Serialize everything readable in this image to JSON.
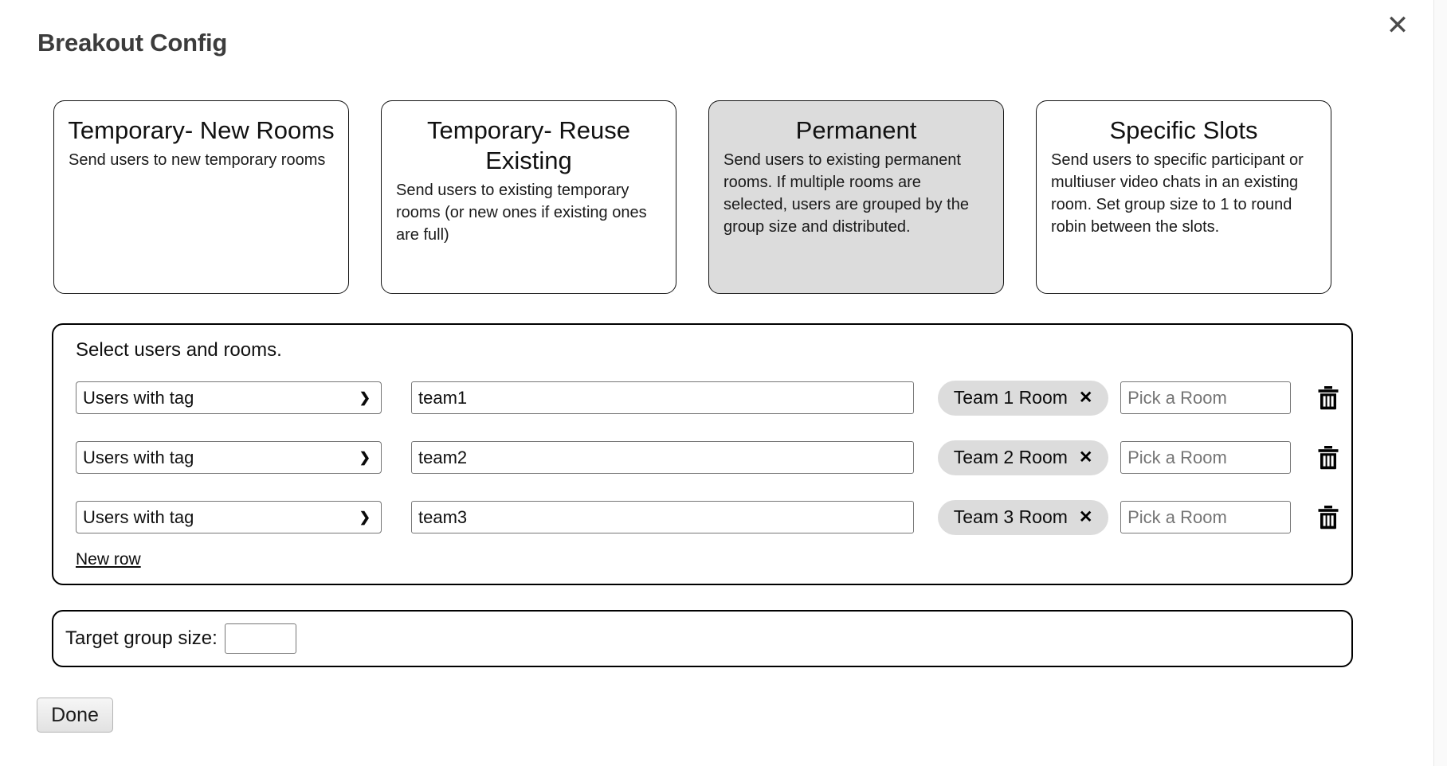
{
  "dialog": {
    "title": "Breakout Config",
    "close_icon": "close-icon"
  },
  "modes": [
    {
      "id": "temporary-new-rooms",
      "title": "Temporary- New Rooms",
      "description": "Send users to new temporary rooms",
      "selected": false
    },
    {
      "id": "temporary-reuse-existing",
      "title": "Temporary- Reuse Existing",
      "description": "Send users to existing temporary rooms (or new ones if existing ones are full)",
      "selected": false
    },
    {
      "id": "permanent",
      "title": "Permanent",
      "description": "Send users to existing permanent rooms. If multiple rooms are selected, users are grouped by the group size and distributed.",
      "selected": true
    },
    {
      "id": "specific-slots",
      "title": "Specific Slots",
      "description": "Send users to specific participant or multiuser video chats in an existing room. Set group size to 1 to round robin between the slots.",
      "selected": false
    }
  ],
  "selection_panel": {
    "title": "Select users and rooms.",
    "select_options": [
      "Users with tag"
    ],
    "room_picker_placeholder": "Pick a Room",
    "new_row_label": "New row",
    "delete_icon": "trash-icon",
    "chevron_icon": "chevron-down-icon",
    "chip_remove_icon": "close-icon",
    "rows": [
      {
        "criteria": "Users with tag",
        "tag_value": "team1",
        "room_chip": "Team 1 Room",
        "room_picker_value": ""
      },
      {
        "criteria": "Users with tag",
        "tag_value": "team2",
        "room_chip": "Team 2 Room",
        "room_picker_value": ""
      },
      {
        "criteria": "Users with tag",
        "tag_value": "team3",
        "room_chip": "Team 3 Room",
        "room_picker_value": ""
      }
    ]
  },
  "group_size": {
    "label": "Target group size:",
    "value": "",
    "placeholder": ""
  },
  "footer": {
    "done_label": "Done"
  },
  "colors": {
    "selected_card_bg": "#dcdcdc",
    "chip_bg": "#dcdcdc",
    "border": "#000000",
    "title_text": "#3c3c3c"
  }
}
